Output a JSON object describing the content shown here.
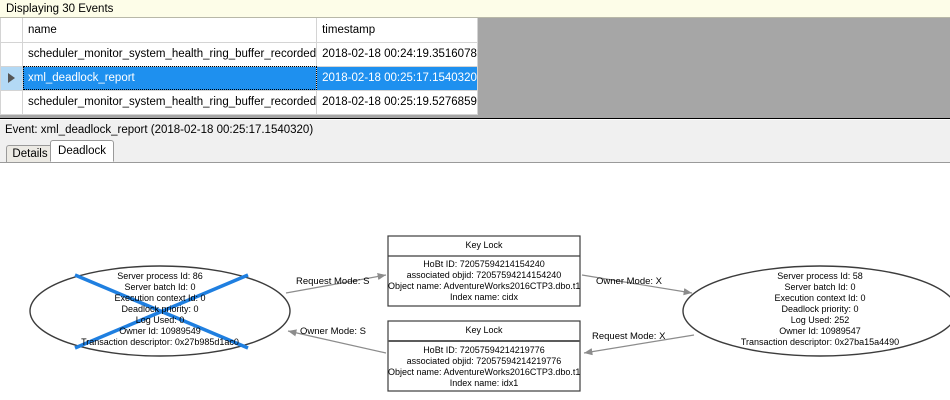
{
  "banner": {
    "text": "Displaying 30 Events"
  },
  "grid": {
    "columns": [
      "",
      "name",
      "timestamp"
    ],
    "rows": [
      {
        "indicator": "",
        "name": "scheduler_monitor_system_health_ring_buffer_recorded",
        "timestamp": "2018-02-18 00:24:19.3516078",
        "selected": false
      },
      {
        "indicator": "row-pointer",
        "name": "xml_deadlock_report",
        "timestamp": "2018-02-18 00:25:17.1540320",
        "selected": true
      },
      {
        "indicator": "",
        "name": "scheduler_monitor_system_health_ring_buffer_recorded",
        "timestamp": "2018-02-18 00:25:19.5276859",
        "selected": false
      }
    ]
  },
  "event_caption": {
    "text": "Event: xml_deadlock_report (2018-02-18 00:25:17.1540320)"
  },
  "tabs": [
    {
      "label": "Details",
      "active": false
    },
    {
      "label": "Deadlock",
      "active": true
    }
  ],
  "graph": {
    "victim_marker_color": "#1f7fe0",
    "node_stroke": "#3c3c3c",
    "edge_color": "#8c8c8c",
    "left_process": {
      "lines": [
        "Server process Id: 86",
        "Server batch Id: 0",
        "Execution context Id: 0",
        "Deadlock priority: 0",
        "Log Used: 0",
        "Owner Id: 10989549",
        "Transaction descriptor: 0x27b985d1ac0"
      ]
    },
    "right_process": {
      "lines": [
        "Server process Id: 58",
        "Server batch Id: 0",
        "Execution context Id: 0",
        "Deadlock priority: 0",
        "Log Used: 252",
        "Owner Id: 10989547",
        "Transaction descriptor: 0x27ba15a4490"
      ]
    },
    "top_lock": {
      "title": "Key Lock",
      "lines": [
        "HoBt ID: 72057594214154240",
        "associated objid: 72057594214154240",
        "Object name: AdventureWorks2016CTP3.dbo.t1",
        "Index name: cidx"
      ]
    },
    "bottom_lock": {
      "title": "Key Lock",
      "lines": [
        "HoBt ID: 72057594214219776",
        "associated objid: 72057594214219776",
        "Object name: AdventureWorks2016CTP3.dbo.t1",
        "Index name: idx1"
      ]
    },
    "edges": [
      {
        "label": "Request Mode: S"
      },
      {
        "label": "Owner Mode: X"
      },
      {
        "label": "Owner Mode: S"
      },
      {
        "label": "Request Mode: X"
      }
    ]
  }
}
